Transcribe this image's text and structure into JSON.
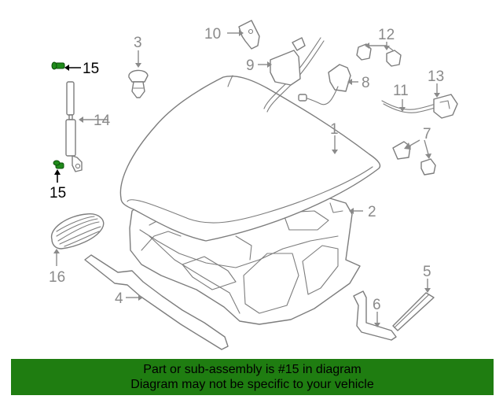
{
  "labels": {
    "p1": "1",
    "p2": "2",
    "p3": "3",
    "p4": "4",
    "p5": "5",
    "p6": "6",
    "p7": "7",
    "p8": "8",
    "p9": "9",
    "p10": "10",
    "p11": "11",
    "p12": "12",
    "p13": "13",
    "p14": "14",
    "p15_top": "15",
    "p15_bottom": "15",
    "p16": "16"
  },
  "highlight_part": "15",
  "colors": {
    "highlight": "#1f8a1a",
    "banner": "#1f7d11",
    "line": "#7d7d7d",
    "label": "#8a8a8a"
  },
  "banner": {
    "line1": "Part or sub-assembly is #15 in diagram",
    "line2": "Diagram may not be specific to your vehicle"
  }
}
